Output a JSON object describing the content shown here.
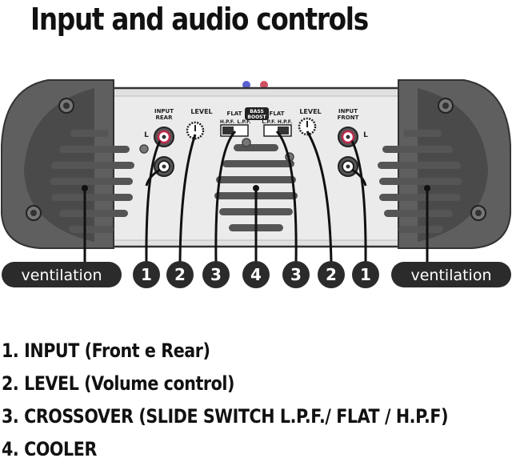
{
  "title": "Input and audio controls",
  "panel_labels": {
    "input_rear": [
      "INPUT",
      "REAR"
    ],
    "input_front": [
      "INPUT",
      "FRONT"
    ],
    "level": "LEVEL",
    "flat": "FLAT",
    "bass_boost": [
      "BASS",
      "BOOST"
    ],
    "hpf": "H.P.F.",
    "lpf": "L.P.F.",
    "channel_l": "L"
  },
  "callouts": {
    "ventilation": "ventilation",
    "numbers": [
      "1",
      "2",
      "3",
      "4",
      "3",
      "2",
      "1"
    ]
  },
  "legend": [
    "1. INPUT (Front e Rear)",
    "2. LEVEL (Volume control)",
    "3. CROSSOVER (SLIDE SWITCH L.P.F./ FLAT / H.P.F)",
    "4. COOLER"
  ]
}
